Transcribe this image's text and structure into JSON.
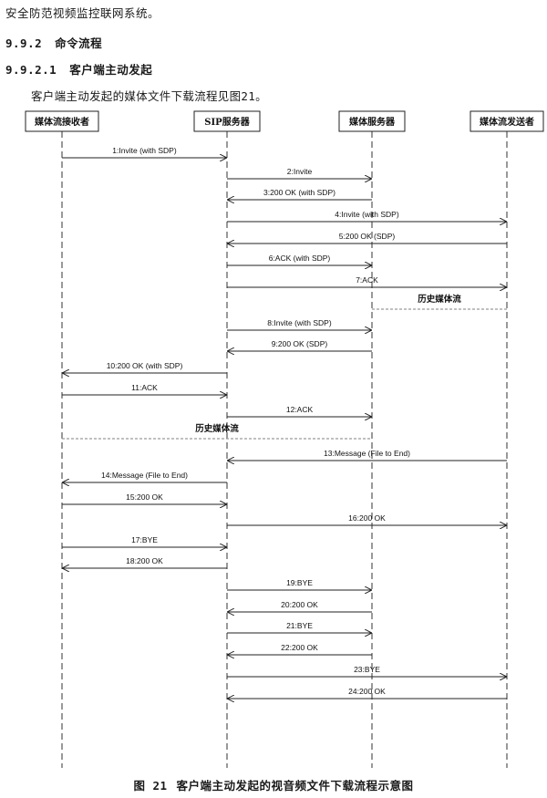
{
  "header": {
    "text": "安全防范视频监控联网系统。"
  },
  "section1": {
    "number": "9.9.2",
    "title": "命令流程"
  },
  "section2": {
    "number": "9.9.2.1",
    "title": "客户端主动发起"
  },
  "intro": {
    "prefix": "客户端主动发起的媒体文件下载流程见图",
    "ref": "21",
    "suffix": "。"
  },
  "diagram": {
    "participants": [
      {
        "id": "receiver",
        "label": "媒体流接收者"
      },
      {
        "id": "sip",
        "label": "SIP服务器"
      },
      {
        "id": "media",
        "label": "媒体服务器"
      },
      {
        "id": "sender",
        "label": "媒体流发送者"
      }
    ],
    "messages": [
      {
        "from": "receiver",
        "to": "sip",
        "label": "1:Invite (with SDP)"
      },
      {
        "from": "sip",
        "to": "media",
        "label": "2:Invite"
      },
      {
        "from": "media",
        "to": "sip",
        "label": "3:200 OK (with SDP)"
      },
      {
        "from": "sip",
        "to": "sender",
        "label": "4:Invite (with SDP)"
      },
      {
        "from": "sender",
        "to": "sip",
        "label": "5:200 OK (SDP)"
      },
      {
        "from": "sip",
        "to": "media",
        "label": "6:ACK (with SDP)"
      },
      {
        "from": "sip",
        "to": "sender",
        "label": "7:ACK"
      },
      {
        "from": "sip",
        "to": "media",
        "label": "8:Invite (with SDP)"
      },
      {
        "from": "media",
        "to": "sip",
        "label": "9:200 OK (SDP)"
      },
      {
        "from": "sip",
        "to": "receiver",
        "label": "10:200 OK (with SDP)"
      },
      {
        "from": "receiver",
        "to": "sip",
        "label": "11:ACK"
      },
      {
        "from": "sip",
        "to": "media",
        "label": "12:ACK"
      },
      {
        "from": "sender",
        "to": "sip",
        "label": "13:Message (File to End)"
      },
      {
        "from": "sip",
        "to": "receiver",
        "label": "14:Message (File to End)"
      },
      {
        "from": "receiver",
        "to": "sip",
        "label": "15:200 OK"
      },
      {
        "from": "sip",
        "to": "sender",
        "label": "16:200 OK"
      },
      {
        "from": "receiver",
        "to": "sip",
        "label": "17:BYE"
      },
      {
        "from": "sip",
        "to": "receiver",
        "label": "18:200 OK"
      },
      {
        "from": "sip",
        "to": "media",
        "label": "19:BYE"
      },
      {
        "from": "media",
        "to": "sip",
        "label": "20:200 OK"
      },
      {
        "from": "sip",
        "to": "media",
        "label": "21:BYE"
      },
      {
        "from": "media",
        "to": "sip",
        "label": "22:200 OK"
      },
      {
        "from": "sip",
        "to": "sender",
        "label": "23:BYE"
      },
      {
        "from": "sender",
        "to": "sip",
        "label": "24:200 OK"
      }
    ],
    "streams": [
      {
        "from": "media",
        "to": "sender",
        "label": "历史媒体流"
      },
      {
        "from": "receiver",
        "to": "media",
        "label": "历史媒体流"
      }
    ]
  },
  "caption": {
    "figure": "图 21",
    "title": "客户端主动发起的视音频文件下载流程示意图"
  }
}
